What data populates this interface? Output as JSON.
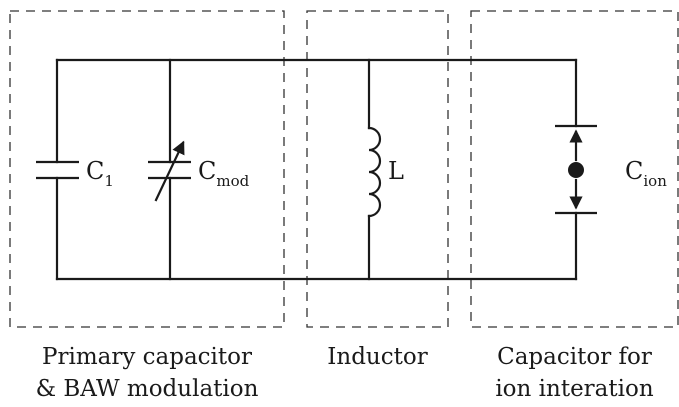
{
  "components": {
    "c1": {
      "label": "C",
      "sub": "1"
    },
    "cmod": {
      "label": "C",
      "sub": "mod"
    },
    "inductor": {
      "label": "L"
    },
    "cion": {
      "label": "C",
      "sub": "ion"
    }
  },
  "sections": [
    {
      "lines": [
        "Primary capacitor",
        "& BAW modulation"
      ]
    },
    {
      "lines": [
        "Inductor"
      ]
    },
    {
      "lines": [
        "Capacitor for",
        "ion interation"
      ]
    }
  ]
}
